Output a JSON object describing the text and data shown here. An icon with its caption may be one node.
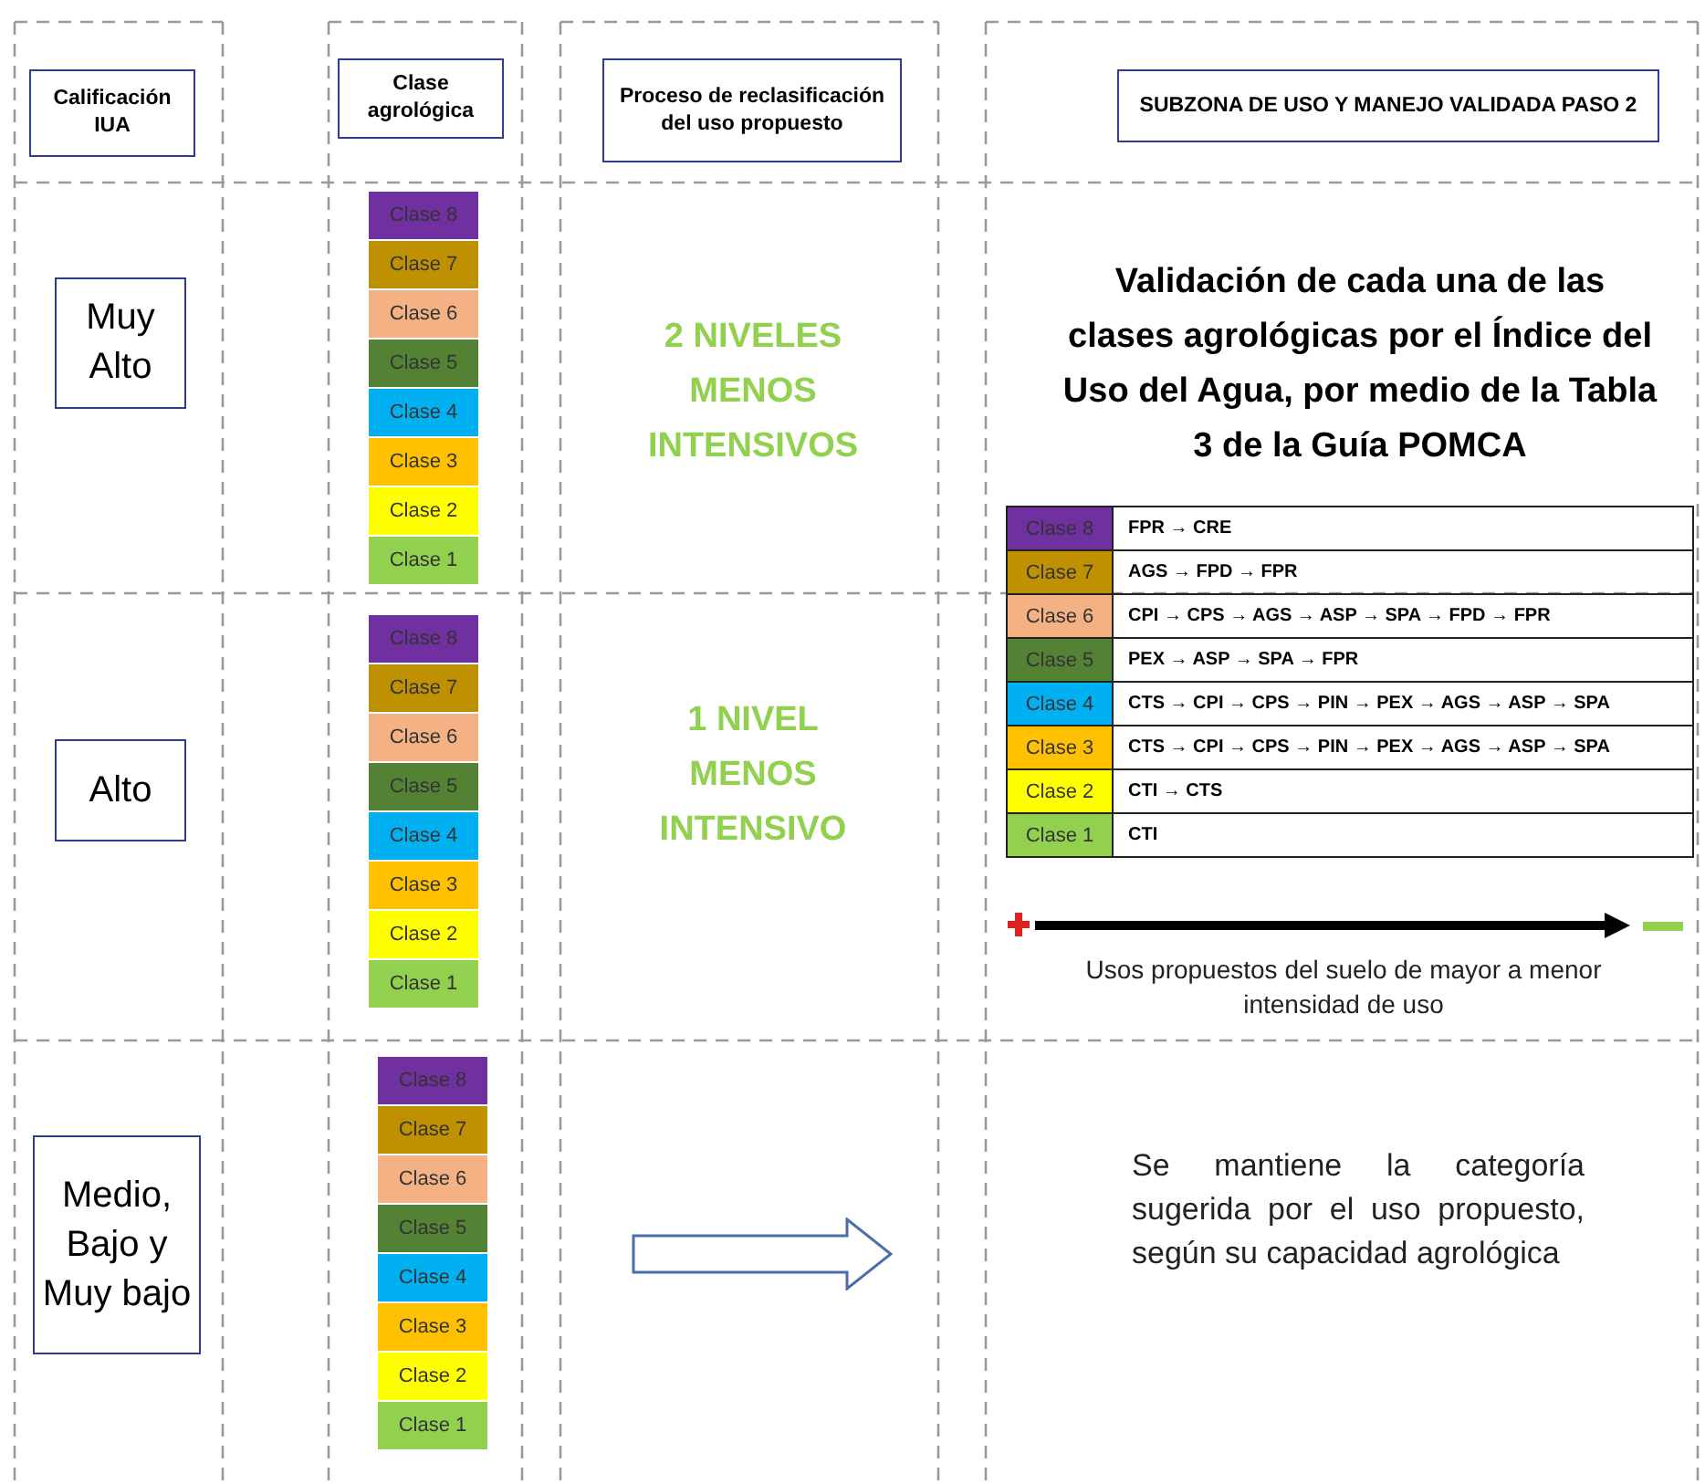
{
  "diagram": {
    "nodes": [
      {
        "text": [
          "Calificación IUA"
        ]
      },
      {
        "text": [
          "Clase agrológica"
        ]
      },
      {
        "text": [
          "Proceso de reclasificación del uso propuesto"
        ]
      },
      {
        "text": [
          "SUBZONA DE USO Y MANEJO VALIDADA PASO 2"
        ]
      },
      {
        "text": [
          "Muy Alto"
        ]
      },
      {
        "text": [
          "Alto"
        ]
      },
      {
        "text": [
          "Medio, Bajo y Muy bajo"
        ]
      },
      {
        "text": [
          "Clase 8"
        ]
      },
      {
        "text": [
          "Clase 7"
        ]
      },
      {
        "text": [
          "Clase 6"
        ]
      },
      {
        "text": [
          "Clase 5"
        ]
      },
      {
        "text": [
          "Clase 4"
        ]
      },
      {
        "text": [
          "Clase 3"
        ]
      },
      {
        "text": [
          "Clase 2"
        ]
      },
      {
        "text": [
          "Clase 1"
        ]
      },
      {
        "text": [
          "Clase 8"
        ]
      },
      {
        "text": [
          "Clase 7"
        ]
      },
      {
        "text": [
          "Clase 6"
        ]
      },
      {
        "text": [
          "Clase 5"
        ]
      },
      {
        "text": [
          "Clase 4"
        ]
      },
      {
        "text": [
          "Clase 3"
        ]
      },
      {
        "text": [
          "Clase 2"
        ]
      },
      {
        "text": [
          "Clase 1"
        ]
      },
      {
        "text": [
          "Clase 8"
        ]
      },
      {
        "text": [
          "Clase 7"
        ]
      },
      {
        "text": [
          "Clase 6"
        ]
      },
      {
        "text": [
          "Clase 5"
        ]
      },
      {
        "text": [
          "Clase 4"
        ]
      },
      {
        "text": [
          "Clase 3"
        ]
      },
      {
        "text": [
          "Clase 2"
        ]
      },
      {
        "text": [
          "Clase 1"
        ]
      }
    ],
    "labels": [
      "2 NIVELES MENOS INTENSIVOS",
      "Validación de cada una de las clases agrológicas por el Índice del Uso del Agua, por medio de la Tabla 3 de la Guía POMCA",
      "Clase 8",
      "FPR → CRE",
      "Clase 7",
      "AGS → FPD → FPR",
      "Clase 6",
      "CPI → CPS → AGS → ASP → SPA → FPD → FPR",
      "Clase 5",
      "PEX → ASP → SPA → FPR",
      "Clase 4",
      "CTS → CPI → CPS → PIN → PEX → AGS → ASP → SPA",
      "Clase 3",
      "CTS → CPI → CPS → PIN → PEX → AGS → ASP → SPA",
      "Clase 2",
      "CTI → CTS",
      "Clase 1",
      "CTI",
      "1 NIVEL MENOS INTENSIVO",
      "Usos propuestos del suelo de mayor a menor intensidad de uso",
      "Se mantiene la categoría sugerida por el uso propuesto, según su capacidad agrológica"
    ]
  }
}
